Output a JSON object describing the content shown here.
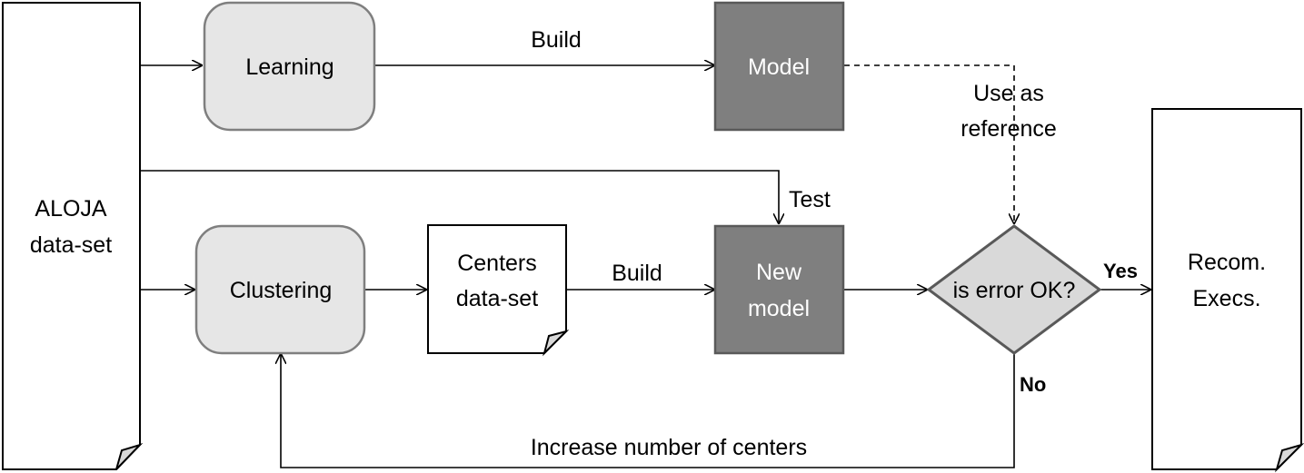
{
  "nodes": {
    "aloja": {
      "lines": [
        "ALOJA",
        "data-set"
      ]
    },
    "learning": {
      "label": "Learning"
    },
    "model": {
      "label": "Model"
    },
    "clustering": {
      "label": "Clustering"
    },
    "centers": {
      "lines": [
        "Centers",
        "data-set"
      ]
    },
    "new_model": {
      "lines": [
        "New",
        "model"
      ]
    },
    "decision": {
      "label": "is error OK?"
    },
    "recom": {
      "lines": [
        "Recom.",
        "Execs."
      ]
    }
  },
  "edges": {
    "build_top": "Build",
    "build_bottom": "Build",
    "use_as_reference": [
      "Use as",
      "reference"
    ],
    "test": "Test",
    "yes": "Yes",
    "no": "No",
    "increase": "Increase number of centers"
  },
  "colors": {
    "process_fill": "#e6e6e6",
    "model_fill": "#7f7f7f",
    "decision_fill": "#d9d9d9",
    "document_fill": "#ffffff"
  }
}
